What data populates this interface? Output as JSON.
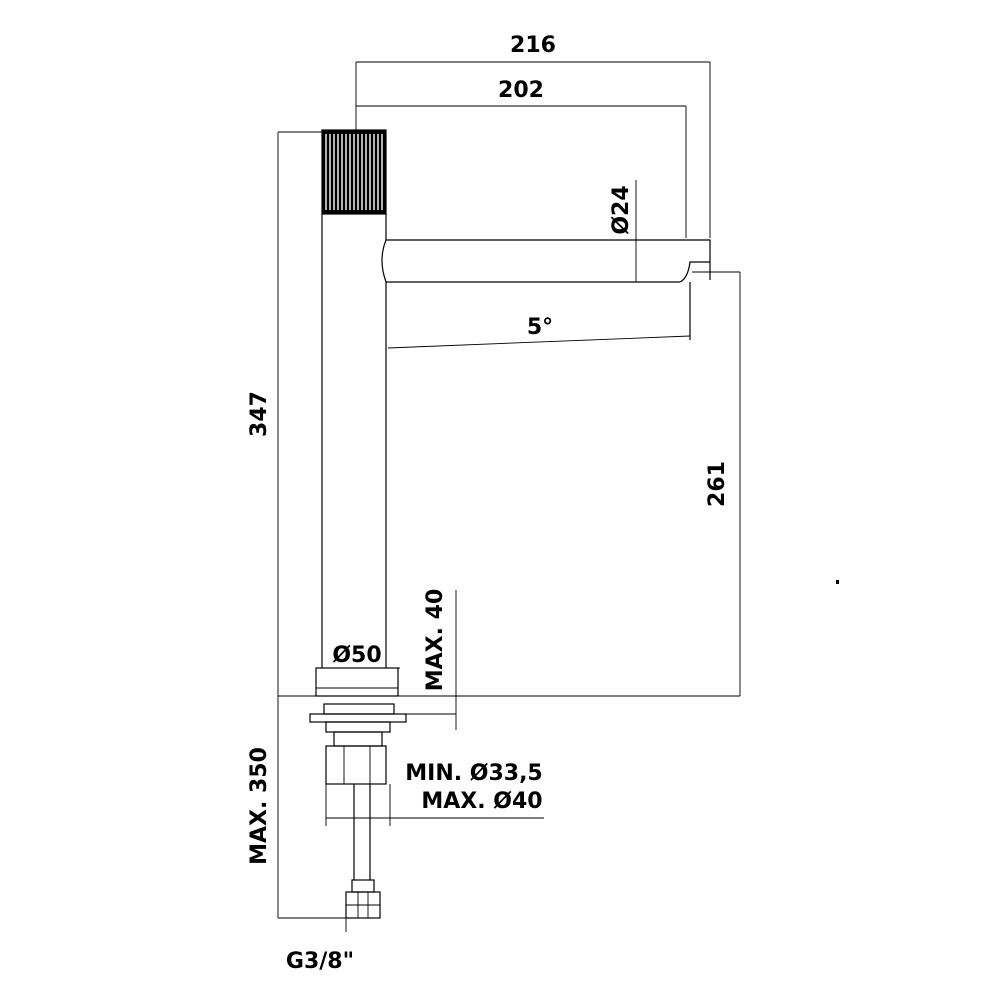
{
  "dimensions": {
    "overall_width": "216",
    "spout_reach": "202",
    "spout_diameter": "Ø24",
    "spout_angle": "5°",
    "overall_height": "347",
    "spout_height": "261",
    "base_diameter": "Ø50",
    "max_deck_thickness": "MAX. 40",
    "hole_min": "MIN. Ø33,5",
    "hole_max": "MAX. Ø40",
    "max_hose_length": "MAX. 350",
    "connection": "G3/8\""
  }
}
